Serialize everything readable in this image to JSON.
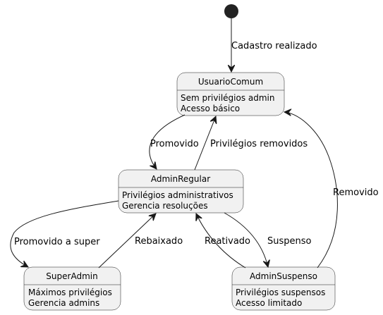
{
  "states": {
    "usuario_comum": {
      "name": "UsuarioComum",
      "lines": [
        "Sem privilégios admin",
        "Acesso básico"
      ]
    },
    "admin_regular": {
      "name": "AdminRegular",
      "lines": [
        "Privilégios administrativos",
        "Gerencia resoluções"
      ]
    },
    "super_admin": {
      "name": "SuperAdmin",
      "lines": [
        "Máximos privilégios",
        "Gerencia admins"
      ]
    },
    "admin_suspenso": {
      "name": "AdminSuspenso",
      "lines": [
        "Privilégios suspensos",
        "Acesso limitado"
      ]
    }
  },
  "transitions": {
    "cadastro": "Cadastro realizado",
    "promovido": "Promovido",
    "privilegios_removidos": "Privilégios removidos",
    "removido": "Removido",
    "promovido_super": "Promovido a super",
    "rebaixado": "Rebaixado",
    "reativado": "Reativado",
    "suspenso": "Suspenso"
  },
  "colors": {
    "state_fill": "#F1F1F1",
    "state_border": "#181818",
    "line": "#181818"
  }
}
